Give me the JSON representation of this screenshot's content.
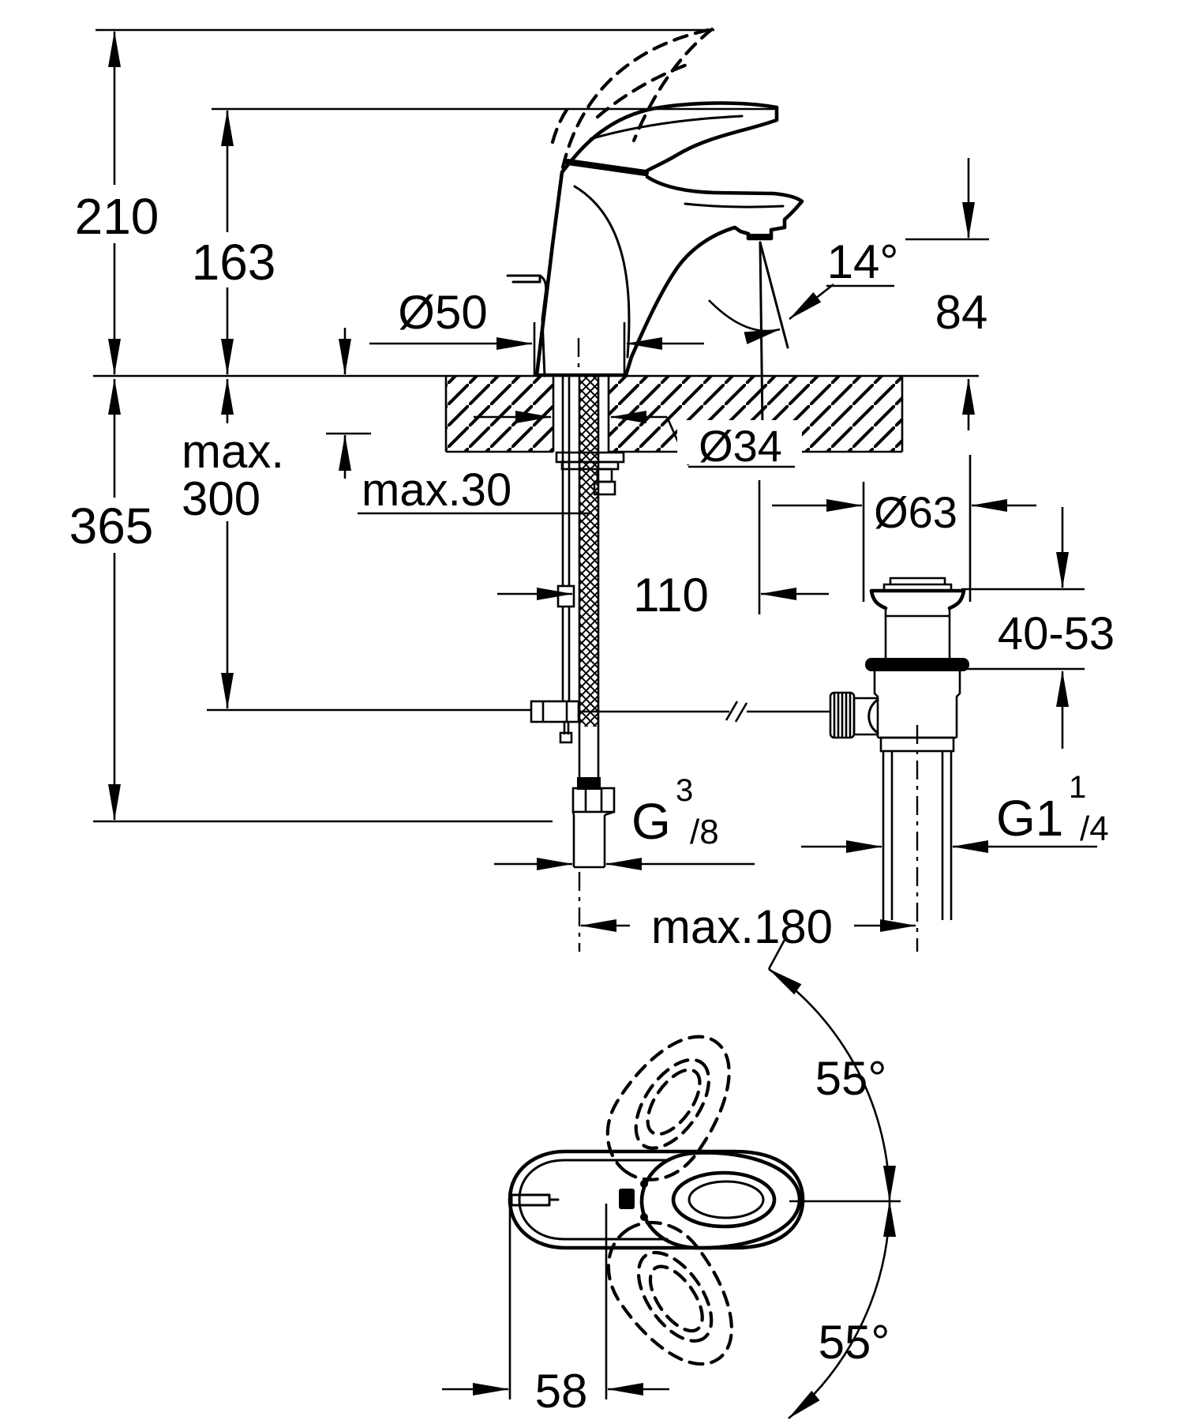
{
  "drawing": {
    "title_hint": "faucet installation dimensional diagram",
    "colors": {
      "ink": "#000000",
      "paper": "#ffffff"
    },
    "dimensions": {
      "overall_height": "210",
      "lever_height": "163",
      "base_diameter": "Ø50",
      "spout_angle": "14°",
      "spout_height": "84",
      "hole_diameter": "Ø34",
      "deck_thickness": "max.30",
      "hose_drop_line1": "max.",
      "hose_drop_line2": "300",
      "overall_drop": "365",
      "waste_flange_diameter": "Ø63",
      "center_to_waste": "110",
      "waste_clamp_range": "40-53",
      "supply_thread": {
        "base": "G",
        "sup": "3",
        "sub": "/8"
      },
      "waste_thread": {
        "base": "G1",
        "sup": "1",
        "sub": "/4"
      },
      "max_center_distance": "max.180",
      "swivel_upper": "55°",
      "swivel_lower": "55°",
      "plan_offset": "58"
    }
  }
}
